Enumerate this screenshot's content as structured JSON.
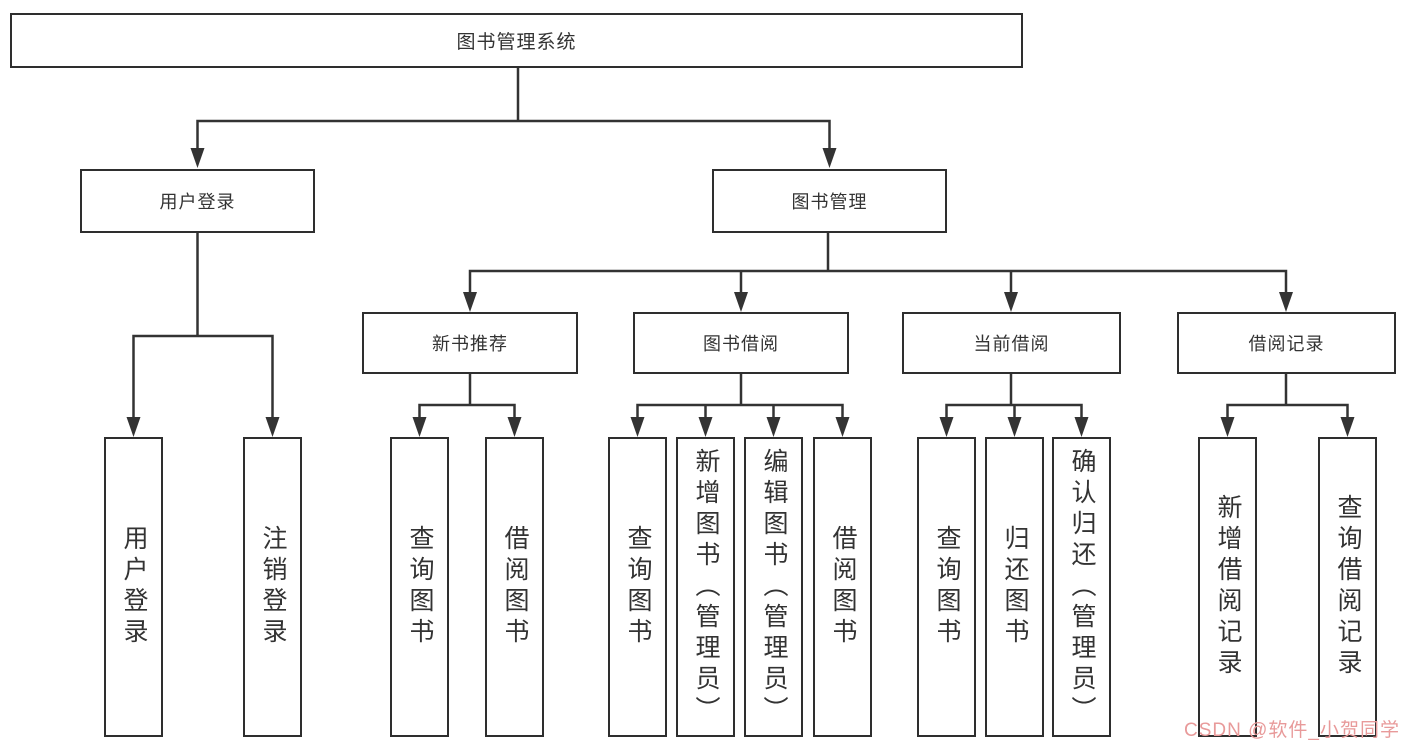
{
  "diagram": {
    "root": {
      "label": "图书管理系统"
    },
    "branches": {
      "user_login": {
        "label": "用户登录",
        "children": [
          {
            "label": "用户登录"
          },
          {
            "label": "注销登录"
          }
        ]
      },
      "book_management": {
        "label": "图书管理",
        "children": [
          {
            "label": "新书推荐",
            "children": [
              {
                "label": "查询图书"
              },
              {
                "label": "借阅图书"
              }
            ]
          },
          {
            "label": "图书借阅",
            "children": [
              {
                "label": "查询图书"
              },
              {
                "label": "新增图书（管理员）"
              },
              {
                "label": "编辑图书（管理员）"
              },
              {
                "label": "借阅图书"
              }
            ]
          },
          {
            "label": "当前借阅",
            "children": [
              {
                "label": "查询图书"
              },
              {
                "label": "归还图书"
              },
              {
                "label": "确认归还（管理员）"
              }
            ]
          },
          {
            "label": "借阅记录",
            "children": [
              {
                "label": "新增借阅记录"
              },
              {
                "label": "查询借阅记录"
              }
            ]
          }
        ]
      }
    }
  },
  "watermark": {
    "text": "CSDN @软件_小贺同学"
  },
  "colors": {
    "background": "#ffffff",
    "line": "#333333",
    "border": "#2e2e2e",
    "text": "#333333",
    "watermark": "#e89a9a"
  }
}
